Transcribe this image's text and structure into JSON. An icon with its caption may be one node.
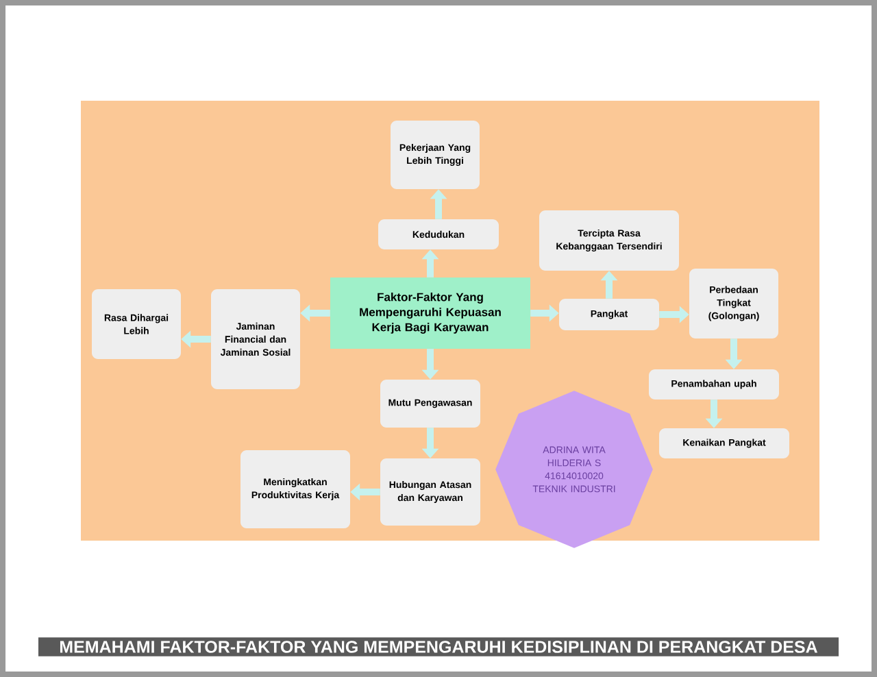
{
  "diagram": {
    "caption": "MEMAHAMI FAKTOR-FAKTOR YANG MEMPENGARUHI KEDISIPLINAN DI PERANGKAT DESA",
    "nodes": [
      {
        "text": [
          "Faktor-Faktor Yang Mempengaruhi Kepuasan Kerja Bagi Karyawan"
        ]
      },
      {
        "text": [
          "Kedudukan"
        ]
      },
      {
        "text": [
          "Pekerjaan Yang Lebih Tinggi"
        ]
      },
      {
        "text": [
          "Pangkat"
        ]
      },
      {
        "text": [
          "Tercipta Rasa Kebanggaan Tersendiri"
        ]
      },
      {
        "text": [
          "Perbedaan Tingkat (Golongan)"
        ]
      },
      {
        "text": [
          "Penambahan upah"
        ]
      },
      {
        "text": [
          "Kenaikan Pangkat"
        ]
      },
      {
        "text": [
          "Jaminan Financial dan Jaminan Sosial"
        ]
      },
      {
        "text": [
          "Rasa Dihargai Lebih"
        ]
      },
      {
        "text": [
          "Mutu Pengawasan"
        ]
      },
      {
        "text": [
          "Hubungan Atasan dan Karyawan"
        ]
      },
      {
        "text": [
          "Meningkatkan Produktivitas Kerja"
        ]
      },
      {
        "text": [
          "ADRINA WITA HILDERIA S 41614010020 TEKNIK INDUSTRI"
        ]
      }
    ],
    "edges": [
      {
        "from": 0,
        "to": 1,
        "arrow": "to"
      },
      {
        "from": 1,
        "to": 2,
        "arrow": "to"
      },
      {
        "from": 0,
        "to": 3,
        "arrow": "to"
      },
      {
        "from": 3,
        "to": 4,
        "arrow": "to"
      },
      {
        "from": 3,
        "to": 5,
        "arrow": "to"
      },
      {
        "from": 5,
        "to": 6,
        "arrow": "to"
      },
      {
        "from": 6,
        "to": 7,
        "arrow": "to"
      },
      {
        "from": 0,
        "to": 8,
        "arrow": "to"
      },
      {
        "from": 8,
        "to": 9,
        "arrow": "to"
      },
      {
        "from": 0,
        "to": 10,
        "arrow": "to"
      },
      {
        "from": 10,
        "to": 11,
        "arrow": "to"
      },
      {
        "from": 11,
        "to": 12,
        "arrow": "to"
      }
    ]
  }
}
